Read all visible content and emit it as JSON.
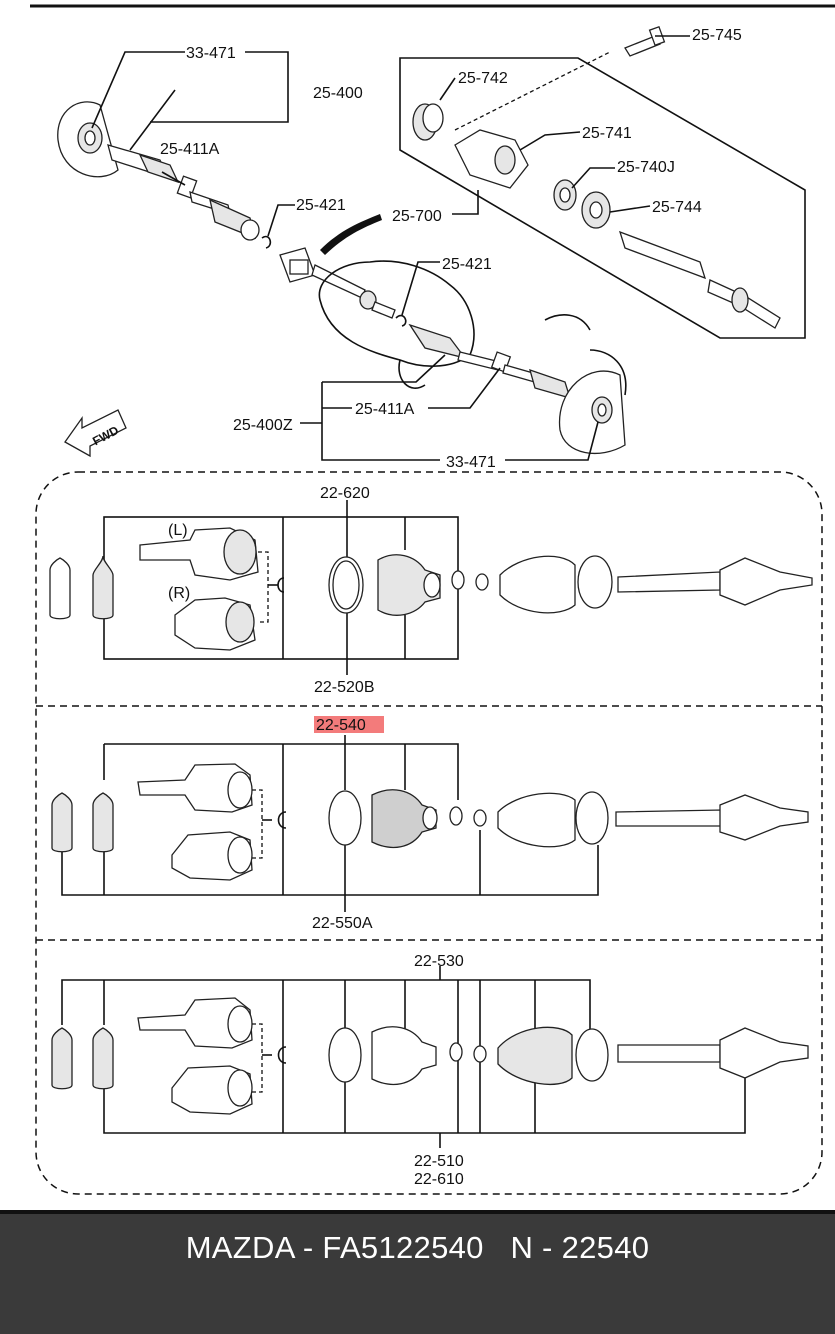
{
  "callouts": {
    "p33_471_top": "33-471",
    "p25_400": "25-400",
    "p25_411A_top": "25-411A",
    "p25_421_a": "25-421",
    "p25_421_b": "25-421",
    "p25_745": "25-745",
    "p25_742": "25-742",
    "p25_741": "25-741",
    "p25_740J": "25-740J",
    "p25_744": "25-744",
    "p25_700": "25-700",
    "p25_400Z": "25-400Z",
    "p25_411A_bottom": "25-411A",
    "p33_471_bottom": "33-471",
    "fwd": "FWD",
    "p22_620": "22-620",
    "p22_520B": "22-520B",
    "side_L": "(L)",
    "side_R": "(R)",
    "p22_540": "22-540",
    "p22_550A": "22-550A",
    "p22_530": "22-530",
    "p22_510": "22-510",
    "p22_610": "22-610"
  },
  "highlight": {
    "color": "#f26d6d",
    "target": "22-540"
  },
  "footer": {
    "text": "MAZDA - FA5122540   N - 22540",
    "background": "#3a3a3a",
    "color": "#ffffff"
  }
}
